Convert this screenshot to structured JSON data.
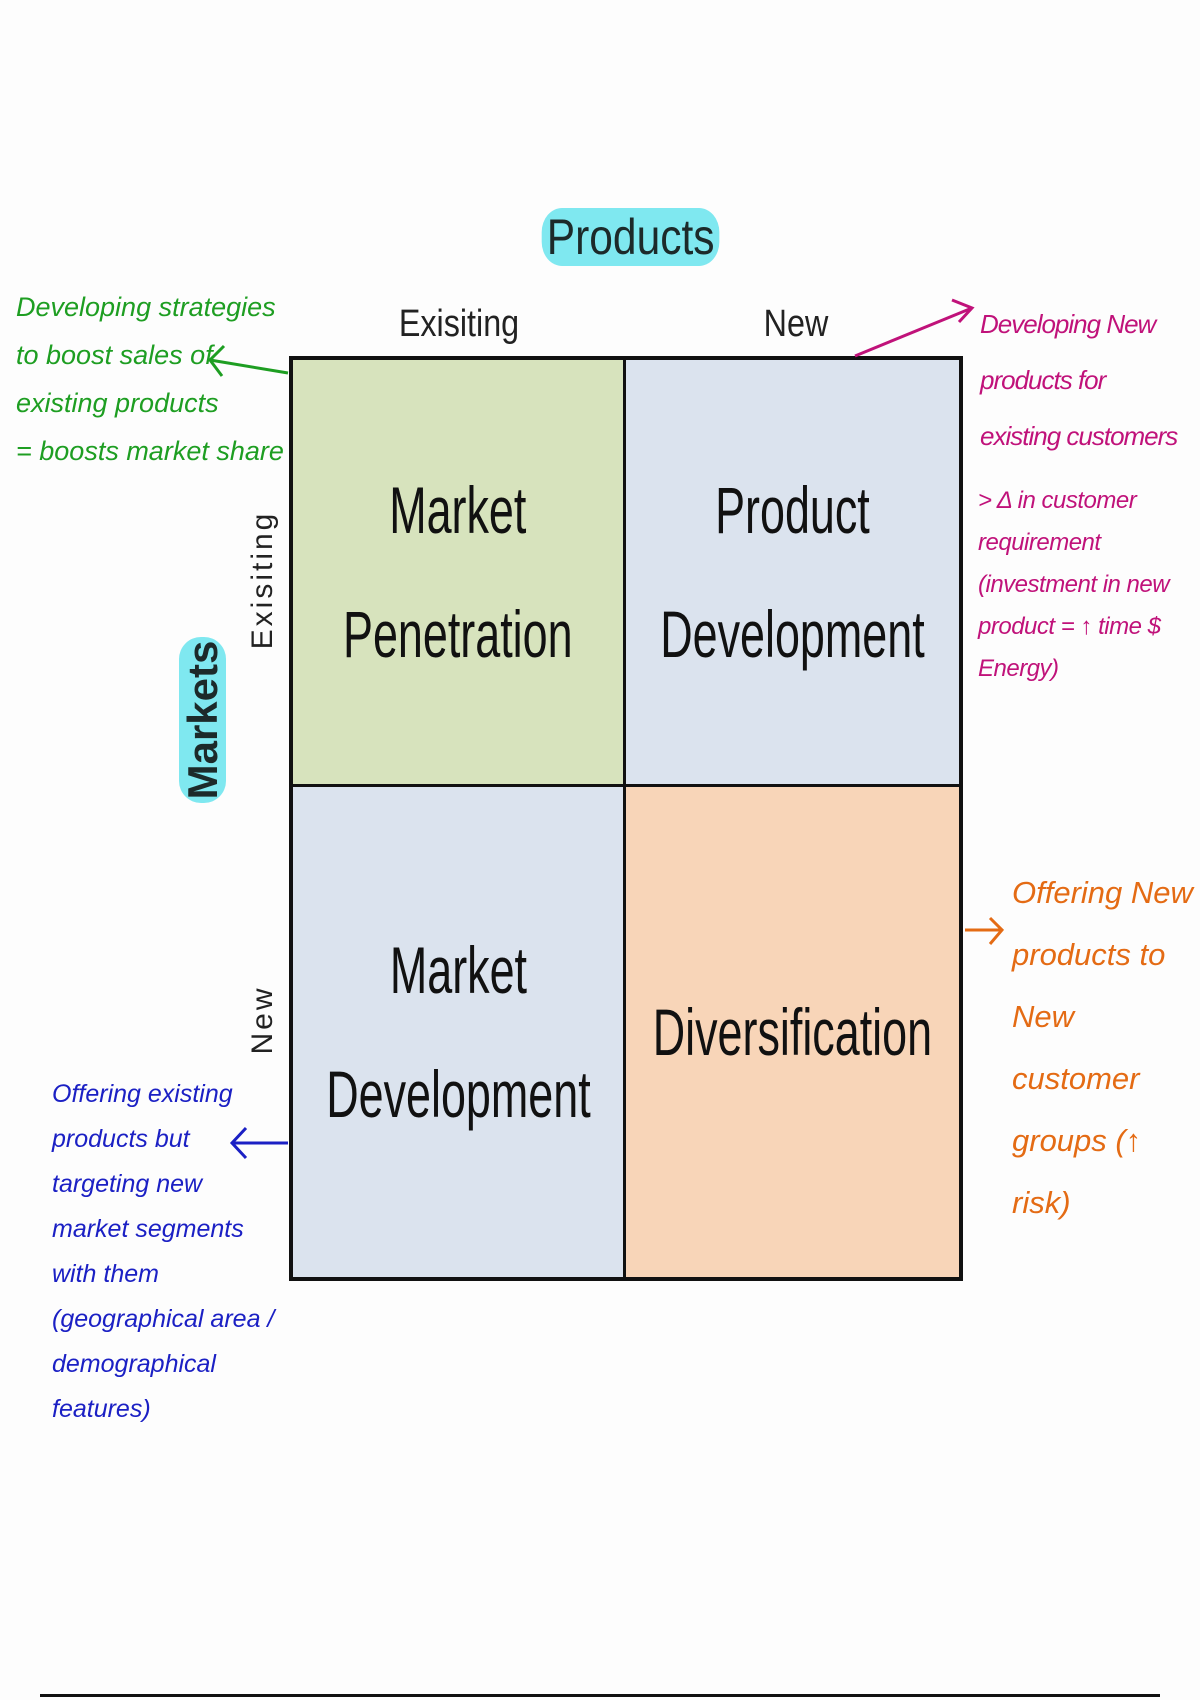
{
  "diagram": {
    "title": "Products",
    "columns": [
      "Exisiting",
      "New"
    ],
    "row_axis": "Markets",
    "rows": [
      "Exisiting",
      "New"
    ],
    "cells": [
      {
        "line1": "Market",
        "line2": "Penetration",
        "color": "#d7e3bd"
      },
      {
        "line1": "Product",
        "line2": "Development",
        "color": "#dbe3ee"
      },
      {
        "line1": "Market",
        "line2": "Development",
        "color": "#dbe3ee"
      },
      {
        "line1": "Diversification",
        "line2": "",
        "color": "#f8d5b8"
      }
    ]
  },
  "notes": {
    "market_penetration": "Developing strategies\nto boost sales of\nexisting products\n= boosts market share",
    "product_development": "Developing New\nproducts for\nexisting customers",
    "product_development_extra": "> Δ in customer\nrequirement\n(investment in new\nproduct = ↑ time $ Energy)",
    "diversification": "Offering New\nproducts to\nNew customer\ngroups (↑ risk)",
    "market_development": "Offering existing\nproducts but\ntargeting new\nmarket segments\nwith them\n(geographical area /\ndemographical\nfeatures)"
  },
  "colors": {
    "green": "#1e9e22",
    "magenta": "#c0127a",
    "orange": "#e46b14",
    "blue": "#1b20c4",
    "highlight": "#7fe8f0"
  }
}
